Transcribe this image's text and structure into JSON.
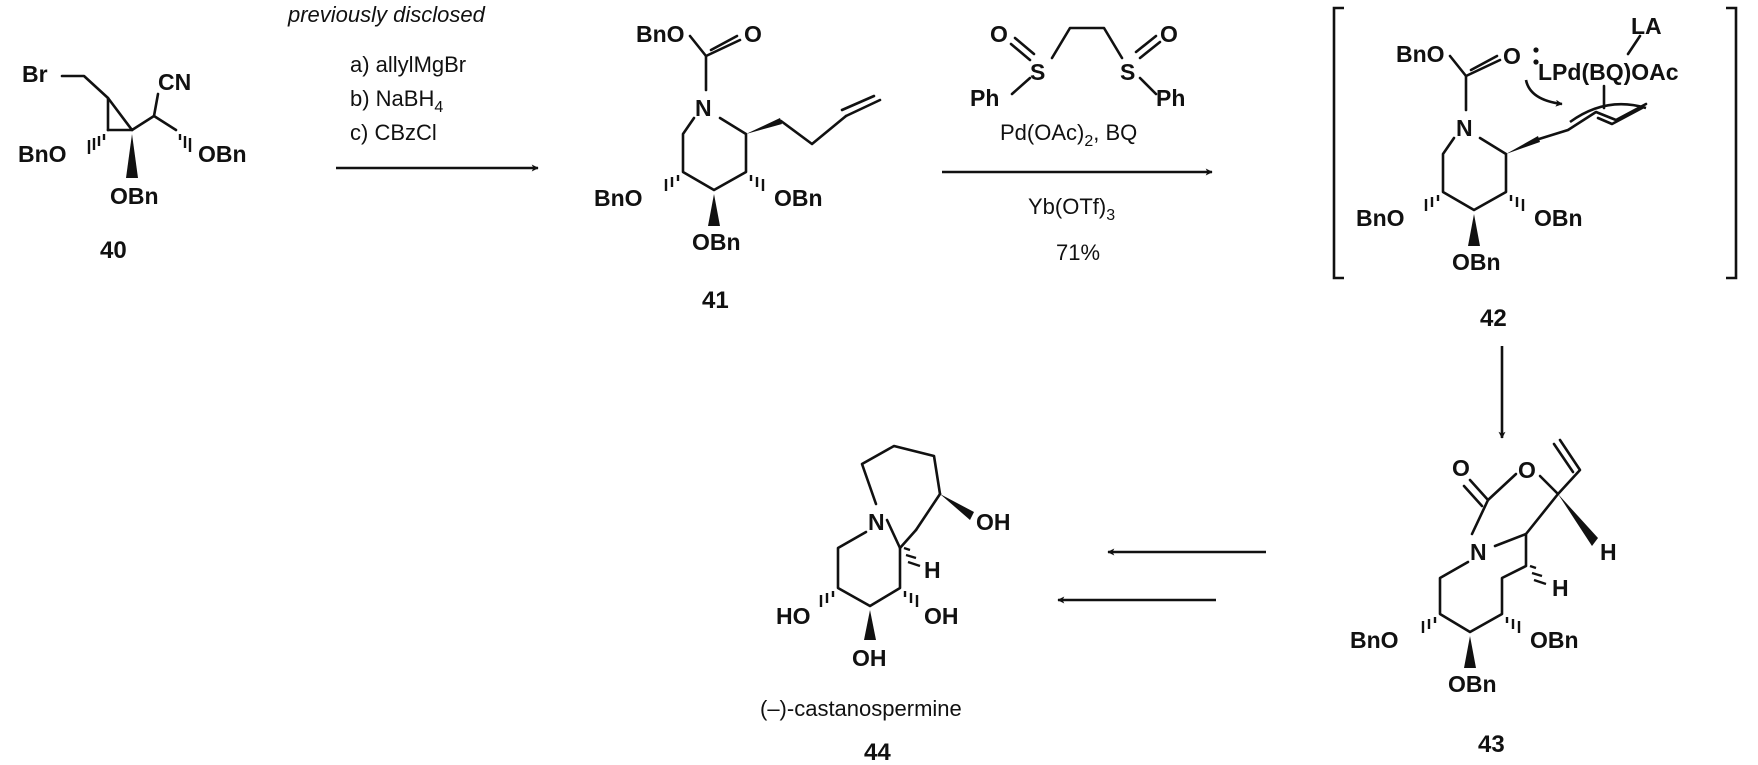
{
  "compounds": [
    {
      "id": "40",
      "groups": [
        "Br",
        "CN",
        "BnO",
        "OBn",
        "OBn"
      ]
    },
    {
      "id": "41",
      "groups": [
        "BnO",
        "O",
        "N",
        "BnO",
        "OBn",
        "OBn"
      ]
    },
    {
      "id": "42",
      "groups": [
        "BnO",
        "O",
        "N",
        "LA",
        "LPd(BQ)OAc",
        "BnO",
        "OBn",
        "OBn"
      ]
    },
    {
      "id": "43",
      "groups": [
        "O",
        "O",
        "N",
        "H",
        "H",
        "BnO",
        "OBn",
        "OBn"
      ]
    },
    {
      "id": "44",
      "name": "(–)-castanospermine",
      "groups": [
        "N",
        "OH",
        "H",
        "HO",
        "OH",
        "OH"
      ]
    }
  ],
  "step1": {
    "note": "previously disclosed",
    "reagents": [
      "a) allylMgBr",
      "b) NaBH",
      "c) CBzCl"
    ],
    "subscript": "4"
  },
  "step2": {
    "ligand": {
      "s1": "S",
      "s2": "S",
      "o1": "O",
      "o2": "O",
      "ph1": "Ph",
      "ph2": "Ph"
    },
    "catalyst": "Pd(OAc)",
    "catalyst_sub": "2",
    "catalyst_tail": ", BQ",
    "lewis_acid": "Yb(OTf)",
    "lewis_acid_sub": "3",
    "yield": "71%"
  }
}
